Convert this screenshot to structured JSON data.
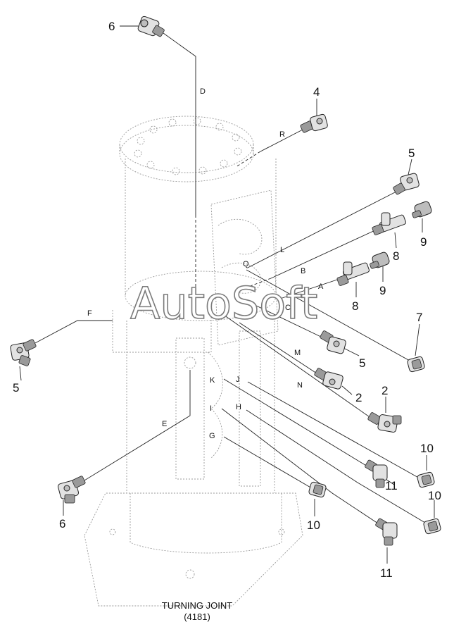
{
  "caption": {
    "line1": "TURNING JOINT",
    "line2": "(4181)"
  },
  "watermark": "AutoSoft",
  "part_numbers": {
    "p6a": "6",
    "p4": "4",
    "p5a": "5",
    "p9a": "9",
    "p8a": "8",
    "p9b": "9",
    "p8b": "8",
    "p7": "7",
    "p5b": "5",
    "p5c": "5",
    "p2a": "2",
    "p2b": "2",
    "p10a": "10",
    "p11a": "11",
    "p10b": "10",
    "p6b": "6",
    "p10c": "10",
    "p11b": "11"
  },
  "line_letters": {
    "D": "D",
    "R": "R",
    "L": "L",
    "Q": "Q",
    "B": "B",
    "A": "A",
    "C": "C",
    "F": "F",
    "M": "M",
    "N": "N",
    "K": "K",
    "J": "J",
    "I": "I",
    "H": "H",
    "G": "G",
    "E": "E"
  }
}
